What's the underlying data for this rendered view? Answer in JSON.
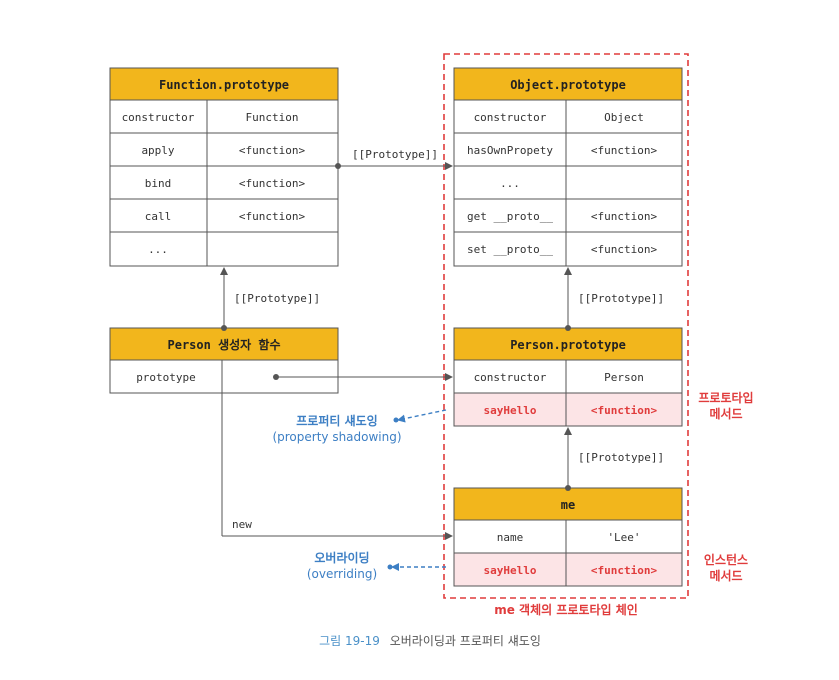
{
  "function_prototype": {
    "title": "Function.prototype",
    "rows": [
      [
        "constructor",
        "Function"
      ],
      [
        "apply",
        "<function>"
      ],
      [
        "bind",
        "<function>"
      ],
      [
        "call",
        "<function>"
      ],
      [
        "...",
        ""
      ]
    ]
  },
  "object_prototype": {
    "title": "Object.prototype",
    "rows": [
      [
        "constructor",
        "Object"
      ],
      [
        "hasOwnPropety",
        "<function>"
      ],
      [
        "...",
        ""
      ],
      [
        "get __proto__",
        "<function>"
      ],
      [
        "set __proto__",
        "<function>"
      ]
    ]
  },
  "person_constructor": {
    "title": "Person 생성자 함수",
    "rows": [
      [
        "prototype",
        ""
      ]
    ]
  },
  "person_prototype": {
    "title": "Person.prototype",
    "rows": [
      [
        "constructor",
        "Person"
      ],
      [
        "sayHello",
        "<function>"
      ]
    ]
  },
  "me": {
    "title": "me",
    "rows": [
      [
        "name",
        "'Lee'"
      ],
      [
        "sayHello",
        "<function>"
      ]
    ]
  },
  "links": {
    "proto_func_to_object": "[[Prototype]]",
    "proto_person_to_func": "[[Prototype]]",
    "proto_personproto_to_object": "[[Prototype]]",
    "proto_me_to_personproto": "[[Prototype]]",
    "new_label": "new"
  },
  "annotations": {
    "shadowing_ko": "프로퍼티 섀도잉",
    "shadowing_en": "(property shadowing)",
    "overriding_ko": "오버라이딩",
    "overriding_en": "(overriding)",
    "proto_method_line1": "프로토타입",
    "proto_method_line2": "메서드",
    "instance_method_line1": "인스턴스",
    "instance_method_line2": "메서드",
    "chain_label": "me 객체의 프로토타입 체인"
  },
  "caption": {
    "number": "그림 19-19",
    "text": "오버라이딩과 프로퍼티 섀도잉"
  },
  "colors": {
    "header": "#f2b61c",
    "highlight": "#fce4e6",
    "red": "#e03c3c",
    "blue": "#3d7fc4",
    "caption_blue": "#4a90c8"
  }
}
